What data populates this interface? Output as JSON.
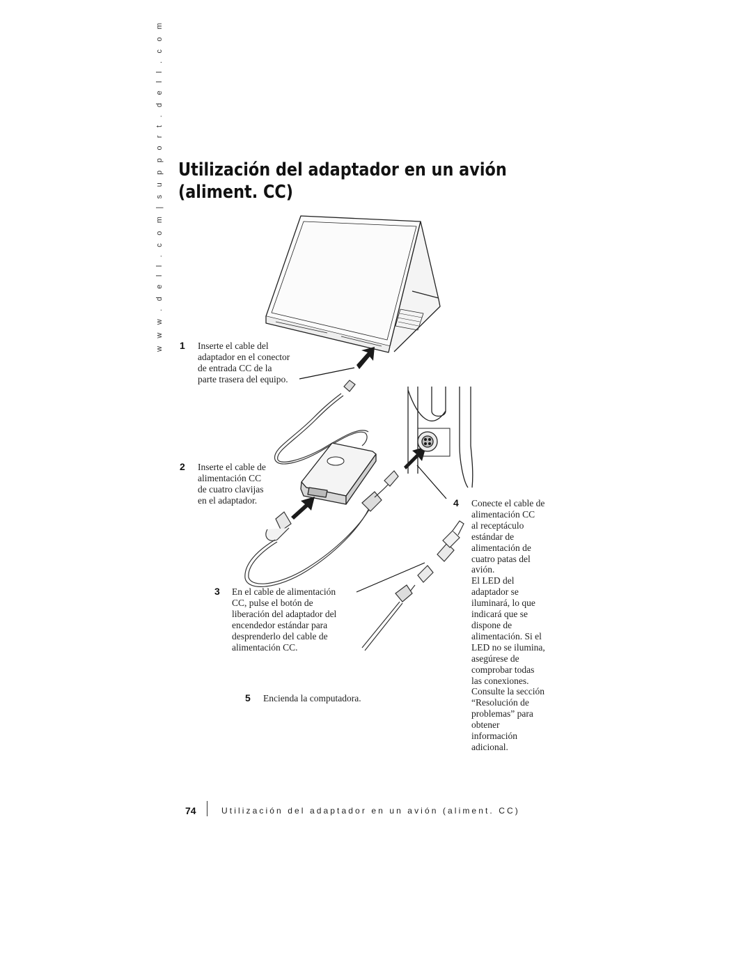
{
  "side_url": "w w w . d e l l . c o m   |   s u p p o r t . d e l l . c o m",
  "title": {
    "line1": "Utilización del adaptador en un avión",
    "line2": "(aliment. CC)"
  },
  "steps": [
    {
      "num": "1",
      "text": "Inserte el cable del\nadaptador en el conector\nde entrada CC de la\nparte trasera del equipo."
    },
    {
      "num": "2",
      "text": "Inserte el cable de\nalimentación CC\nde cuatro clavijas\nen el adaptador."
    },
    {
      "num": "3",
      "text": "En el cable de alimentación\nCC, pulse el botón de\nliberación del adaptador del\nencendedor estándar  para\ndesprenderlo del cable de\nalimentación CC."
    },
    {
      "num": "4",
      "text": "Conecte el cable de\nalimentación CC\nal receptáculo\nestándar de\nalimentación de\ncuatro patas del\navión.\nEl LED del\nadaptador se\niluminará, lo que\nindicará que se\ndispone de\nalimentación. Si el\nLED no se ilumina,\nasegúrese de\ncomprobar todas\nlas conexiones.\nConsulte la sección\n“Resolución de\nproblemas” para\nobtener\ninformación\nadicional."
    },
    {
      "num": "5",
      "text": "Encienda la computadora."
    }
  ],
  "footer": {
    "page_number": "74",
    "running_title": "Utilización del adaptador en un avión (aliment. CC)"
  }
}
